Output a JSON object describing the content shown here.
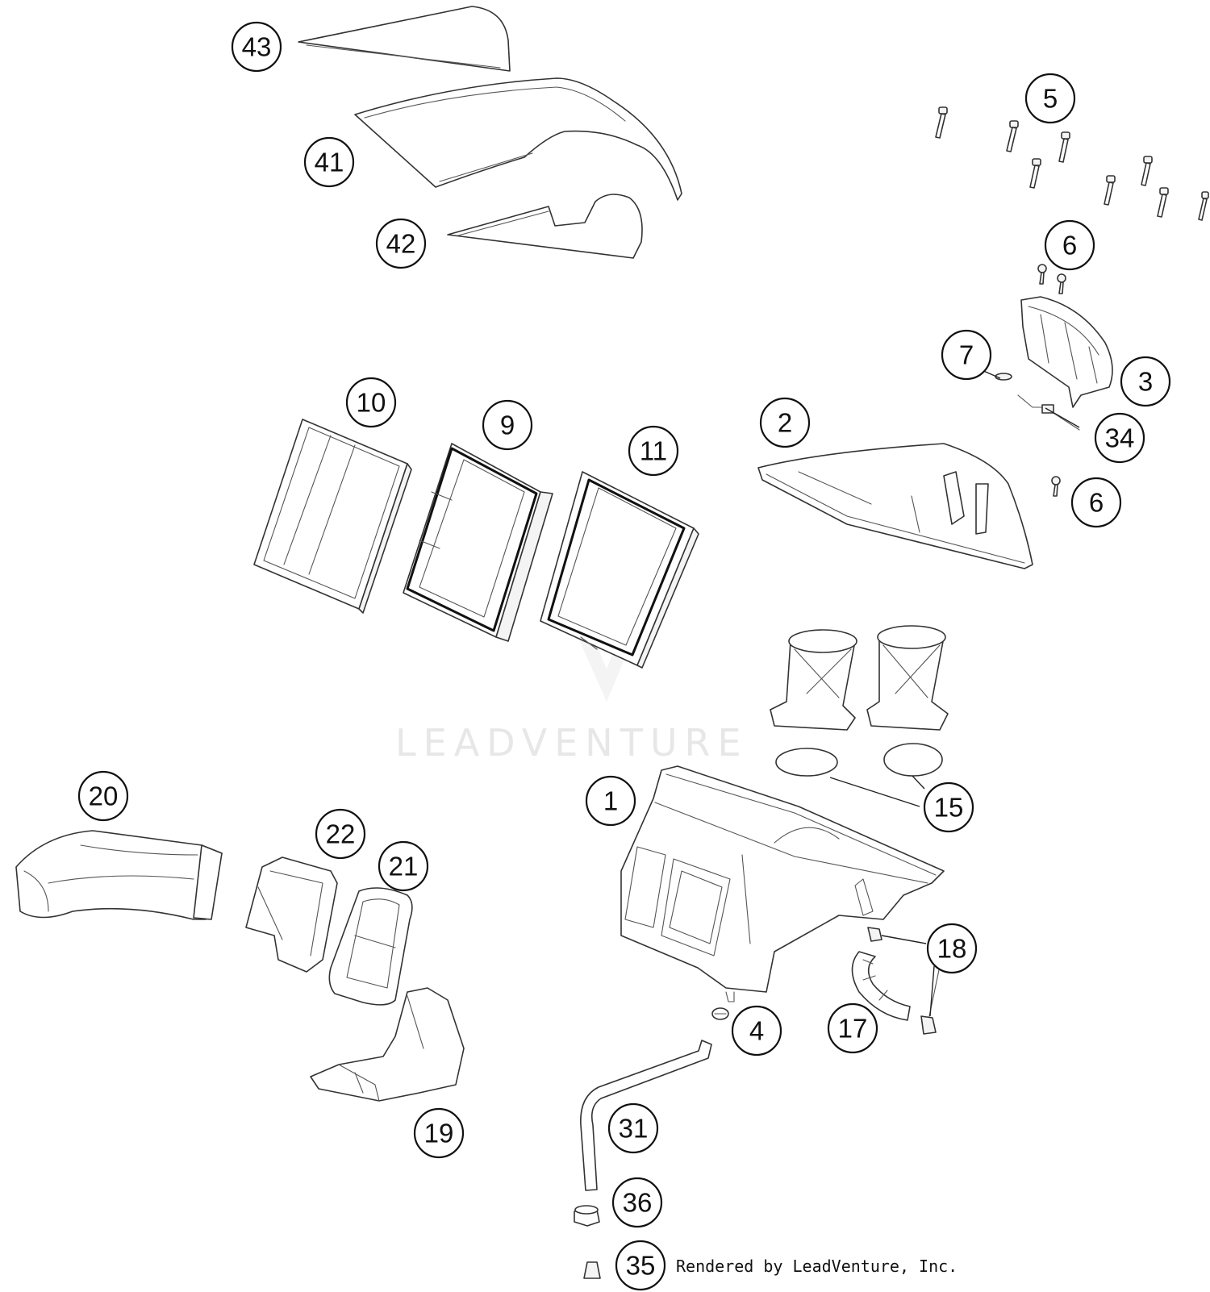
{
  "watermark": {
    "text": "LEADVENTURE"
  },
  "credit": {
    "text": "Rendered by LeadVenture, Inc."
  },
  "callouts": {
    "c1": "1",
    "c2": "2",
    "c3": "3",
    "c4": "4",
    "c5": "5",
    "c6a": "6",
    "c6b": "6",
    "c7": "7",
    "c9": "9",
    "c10": "10",
    "c11": "11",
    "c15": "15",
    "c17": "17",
    "c18": "18",
    "c19": "19",
    "c20": "20",
    "c21": "21",
    "c22": "22",
    "c31": "31",
    "c34": "34",
    "c35": "35",
    "c36": "36",
    "c41": "41",
    "c42": "42",
    "c43": "43"
  }
}
